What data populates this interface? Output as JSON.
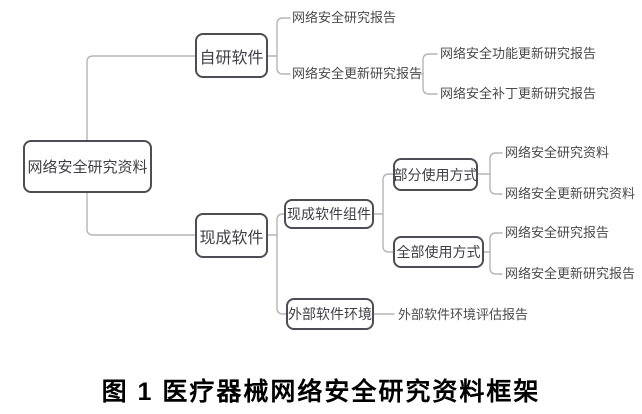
{
  "figure": {
    "caption": "图 1 医疗器械网络安全研究资料框架"
  },
  "tree": {
    "root": "网络安全研究资料",
    "self_developed": {
      "label": "自研软件",
      "research_report": "网络安全研究报告",
      "update_report": "网络安全更新研究报告",
      "function_update_report": "网络安全功能更新研究报告",
      "patch_update_report": "网络安全补丁更新研究报告"
    },
    "off_the_shelf": {
      "label": "现成软件",
      "component": {
        "label": "现成软件组件",
        "partial_use": {
          "label": "部分使用方式",
          "research_material": "网络安全研究资料",
          "update_research_material": "网络安全更新研究资料"
        },
        "full_use": {
          "label": "全部使用方式",
          "research_report": "网络安全研究报告",
          "update_research_report": "网络安全更新研究报告"
        }
      },
      "external_environment": {
        "label": "外部软件环境",
        "assessment_report": "外部软件环境评估报告"
      }
    }
  },
  "colors": {
    "background": "#ffffff",
    "connector_line": "#b5b5b5",
    "node_border": "#4d4d55",
    "node_text": "#3f3f46",
    "leaf_text": "#4a4a4a",
    "caption_text": "#000000"
  }
}
